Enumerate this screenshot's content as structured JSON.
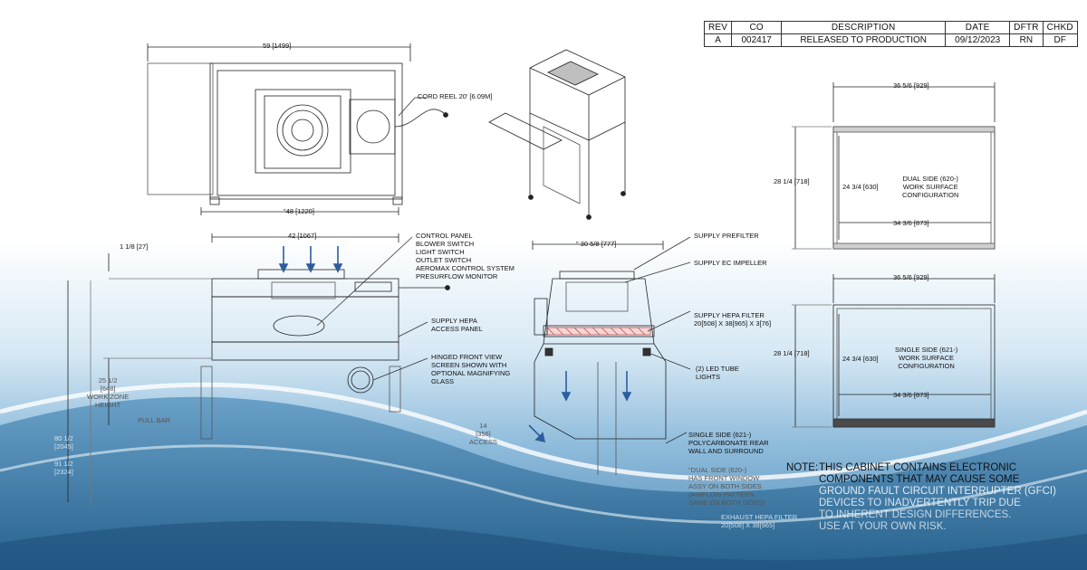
{
  "revision_table": {
    "headers": [
      "REV",
      "CO",
      "DESCRIPTION",
      "DATE",
      "DFTR",
      "CHKD"
    ],
    "row": [
      "A",
      "002417",
      "RELEASED TO PRODUCTION",
      "09/12/2023",
      "RN",
      "DF"
    ]
  },
  "top_view": {
    "overall_width": "59 [1499]",
    "cord_reel": "CORD REEL 20' [6.09M]",
    "base_width": "\"48 [1220]"
  },
  "front_view": {
    "width": "42 [1067]",
    "offset": "1 1/8 [27]",
    "control_panel_label": "CONTROL PANEL\nBLOWER SWITCH\nLIGHT SWITCH\nOUTLET SWITCH\nAEROMAX CONTROL SYSTEM\nPRESURFLOW MONITOR",
    "access_panel": "SUPPLY HEPA\nACCESS PANEL",
    "hinged_screen": "HINGED FRONT VIEW\nSCREEN SHOWN WITH\nOPTIONAL MAGNIFYING\nGLASS",
    "work_zone": "25 1/2\n[648]\nWORK ZONE\nHEIGHT",
    "pull_bar": "PULL BAR",
    "overall_height": "80 1/2\n[2045]",
    "height_2": "91 1/2\n[2324]"
  },
  "side_view": {
    "depth": "\" 30 5/8 [777]",
    "prefilter": "SUPPLY PREFILTER",
    "impeller": "SUPPLY EC IMPELLER",
    "hepa_filter": "SUPPLY HEPA FILTER\n20[508] X 38[965] X 3[76]",
    "led": "(2) LED TUBE\nLIGHTS",
    "access": "14\n[356]\nACCESS",
    "single_side": "SINGLE SIDE (621-)\nPOLYCARBONATE REAR\nWALL AND SURROUND",
    "dual_side": "\"DUAL SIDE (620-)\nHAS FRONT WINDOW\nASSY ON BOTH SIDES\n(AIRFLOW PATTERN\nSAME ON BOTH SIDES)",
    "exhaust_filter": "EXHAUST HEPA FILTER\n20[508] X 38[965]"
  },
  "dual_plan": {
    "width": "36 5/6 [929]",
    "depth": "28 1/4 [718]",
    "inner_depth": "24 3/4 [630]",
    "inner_width": "34 3/6 [873]",
    "caption": "DUAL SIDE (620-)\nWORK SURFACE\nCONFIGURATION"
  },
  "single_plan": {
    "width": "36 5/6 [929]",
    "depth": "28 1/4 [718]",
    "inner_depth": "24 3/4 [630]",
    "inner_width": "34 3/6 [873]",
    "caption": "SINGLE SIDE (621-)\nWORK SURFACE\nCONFIGURATION"
  },
  "note": {
    "head": "NOTE:",
    "lines": [
      "THIS CABINET CONTAINS ELECTRONIC",
      "COMPONENTS THAT MAY CAUSE SOME",
      "GROUND FAULT CIRCUIT INTERRUPTER (GFCI)",
      "DEVICES TO INADVERTENTLY TRIP DUE",
      "TO INHERENT DESIGN DIFFERENCES.",
      "USE AT YOUR OWN RISK."
    ]
  },
  "colors": {
    "wave_dark": "#2f6e98",
    "wave_light": "#b9d8ec",
    "arrow_blue": "#2c5d9c",
    "hepa_red": "#c0504d",
    "line": "#222222"
  }
}
